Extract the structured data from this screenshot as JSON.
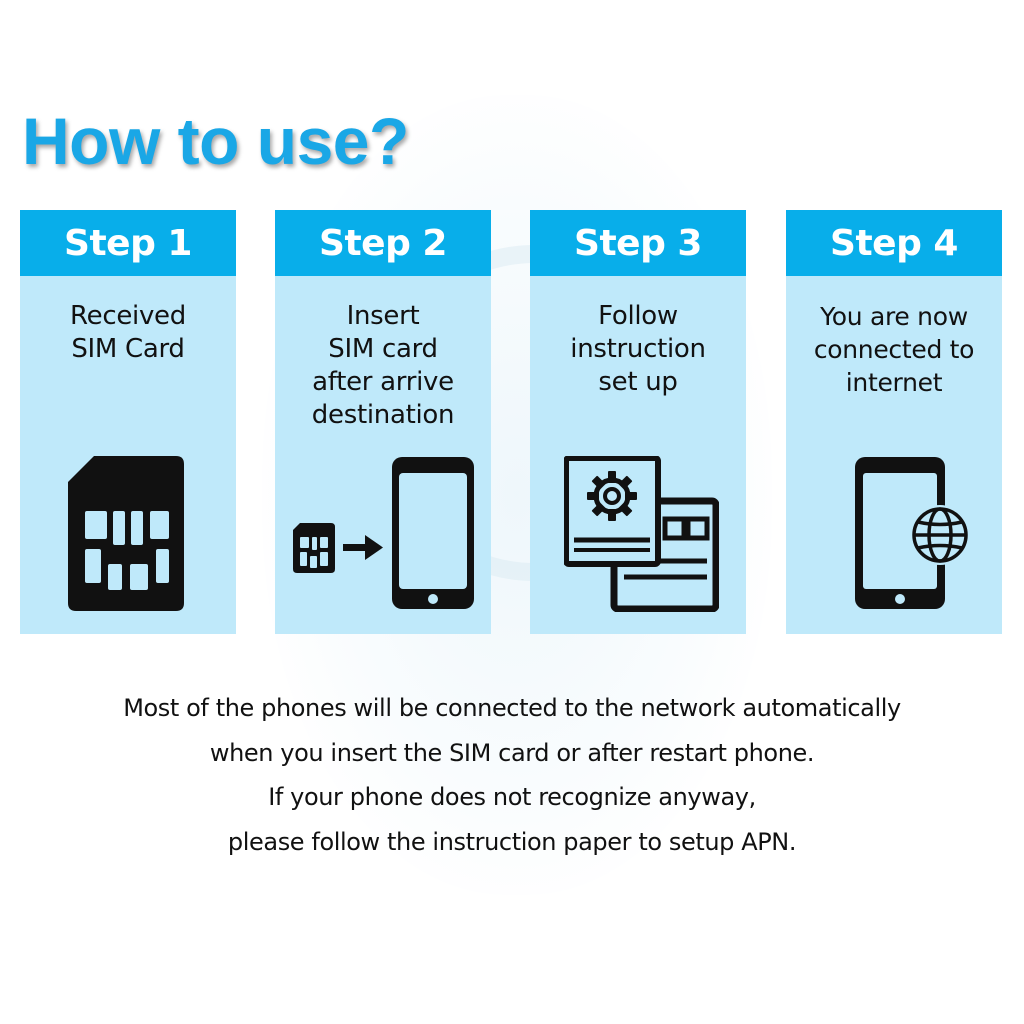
{
  "title": "How to use?",
  "steps": [
    {
      "label": "Step 1",
      "text": "Received\nSIM Card",
      "icon": "sim-card-icon"
    },
    {
      "label": "Step 2",
      "text": "Insert\nSIM card\nafter arrive\ndestination",
      "icon": "sim-to-phone-icon"
    },
    {
      "label": "Step 3",
      "text": "Follow\ninstruction\nset up",
      "icon": "settings-instructions-icon"
    },
    {
      "label": "Step 4",
      "text": "You are now\nconnected to\ninternet",
      "icon": "phone-globe-icon"
    }
  ],
  "footer": {
    "line1": "Most of the phones will be connected to the network automatically",
    "line2": "when you insert the SIM card or after restart phone.",
    "line3": "If your phone does not recognize anyway,",
    "line4": "please follow the instruction paper to setup APN."
  },
  "colors": {
    "title": "#1aa7e6",
    "card_header": "#08aeea",
    "card_body": "#bfe9fa",
    "icon": "#111111"
  }
}
